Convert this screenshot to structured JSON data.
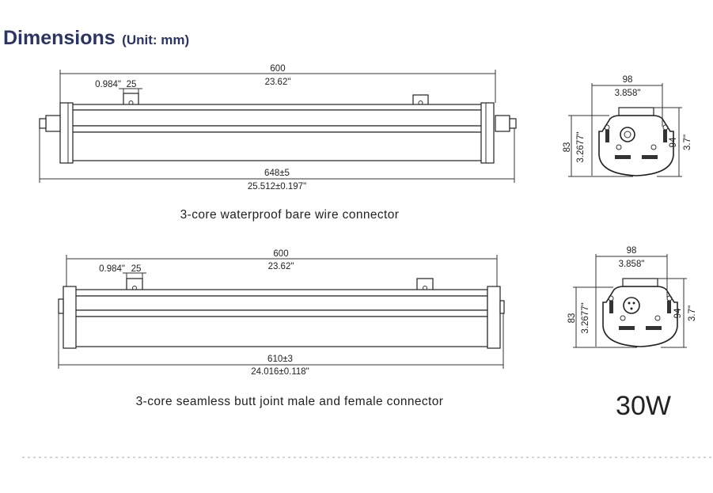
{
  "header": {
    "title": "Dimensions",
    "unit": "(Unit: mm)"
  },
  "drawings": [
    {
      "length_mm": "600",
      "length_in": "23.62\"",
      "bracket_in": "0.984\"",
      "bracket_mm": "25",
      "overall_mm": "648±5",
      "overall_in": "25.512±0.197\"",
      "width_mm": "98",
      "width_in": "3.858\"",
      "height_mm": "83",
      "height_in": "3.2677\"",
      "total_h_mm": "94",
      "total_h_in": "3.7\"",
      "caption": "3-core waterproof bare wire connector"
    },
    {
      "length_mm": "600",
      "length_in": "23.62\"",
      "bracket_in": "0.984\"",
      "bracket_mm": "25",
      "overall_mm": "610±3",
      "overall_in": "24.016±0.118\"",
      "width_mm": "98",
      "width_in": "3.858\"",
      "height_mm": "83",
      "height_in": "3.2677\"",
      "total_h_mm": "94",
      "total_h_in": "3.7\"",
      "caption": "3-core seamless butt joint male and female connector"
    }
  ],
  "power": "30W"
}
